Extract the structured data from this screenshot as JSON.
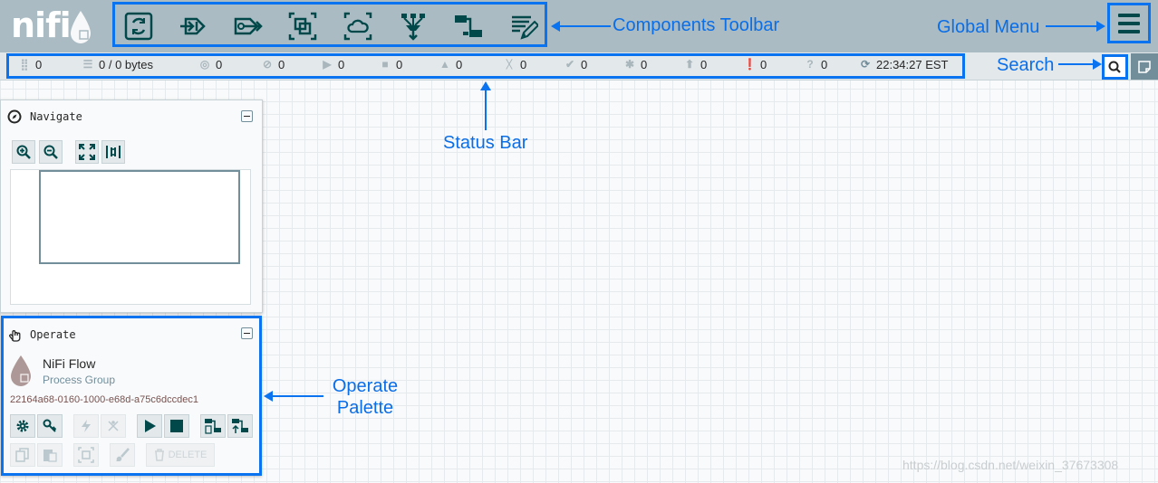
{
  "app": {
    "logo_text": "nifi"
  },
  "toolbar": {
    "label": "Components Toolbar",
    "tools": [
      {
        "name": "processor-icon"
      },
      {
        "name": "input-port-icon"
      },
      {
        "name": "output-port-icon"
      },
      {
        "name": "process-group-icon"
      },
      {
        "name": "remote-process-group-icon"
      },
      {
        "name": "funnel-icon"
      },
      {
        "name": "template-icon"
      },
      {
        "name": "label-icon"
      }
    ]
  },
  "global_menu": {
    "label": "Global Menu"
  },
  "status_bar": {
    "label": "Status Bar",
    "active_threads": "0",
    "queued": "0 / 0 bytes",
    "transmitting": "0",
    "not_transmitting": "0",
    "running": "0",
    "stopped": "0",
    "invalid": "0",
    "disabled": "0",
    "up_to_date": "0",
    "locally_modified": "0",
    "stale": "0",
    "locally_modified_stale": "0",
    "sync_failure": "0",
    "last_refreshed": "22:34:27 EST"
  },
  "search": {
    "label": "Search"
  },
  "navigate": {
    "title": "Navigate"
  },
  "operate": {
    "title": "Operate",
    "callout_line1": "Operate",
    "callout_line2": "Palette",
    "component_name": "NiFi Flow",
    "component_type": "Process Group",
    "component_id": "22164a68-0160-1000-e68d-a75c6dccdec1",
    "delete_label": "DELETE"
  },
  "watermark": "https://blog.csdn.net/weixin_37673308",
  "colors": {
    "header": "#aabbc3",
    "icon_dark": "#004849",
    "callout_blue": "#0a74f0"
  }
}
